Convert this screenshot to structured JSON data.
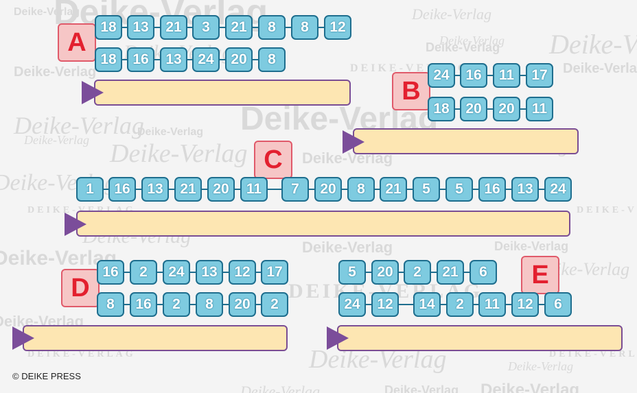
{
  "watermark_text": "Deike-Verlag",
  "watermark_caps": "DEIKE-VERLAG",
  "copyright": "© DEIKE PRESS",
  "colors": {
    "tile": "#7ecbe0",
    "tile_border": "#1e6e8e",
    "label_bg": "#f6c6c6",
    "label_text": "#e3202f",
    "bar": "#fde6b2",
    "arrow": "#7b4d9a"
  },
  "groups": [
    {
      "label": "A",
      "rows": [
        [
          18,
          13,
          21,
          3,
          21,
          8,
          8,
          12
        ],
        [
          18,
          16,
          13,
          24,
          20,
          8
        ]
      ]
    },
    {
      "label": "B",
      "rows": [
        [
          24,
          16,
          11,
          17
        ],
        [
          18,
          20,
          20,
          11
        ]
      ]
    },
    {
      "label": "C",
      "rows": [
        [
          1,
          16,
          13,
          21,
          20,
          11,
          7,
          20,
          8,
          21,
          5,
          5,
          16,
          13,
          24
        ]
      ]
    },
    {
      "label": "D",
      "rows": [
        [
          16,
          2,
          24,
          13,
          12,
          17
        ],
        [
          8,
          16,
          2,
          8,
          20,
          2
        ]
      ]
    },
    {
      "label": "E",
      "rows": [
        [
          5,
          20,
          2,
          21,
          6
        ],
        [
          24,
          12,
          14,
          2,
          11,
          12,
          6
        ]
      ]
    }
  ]
}
